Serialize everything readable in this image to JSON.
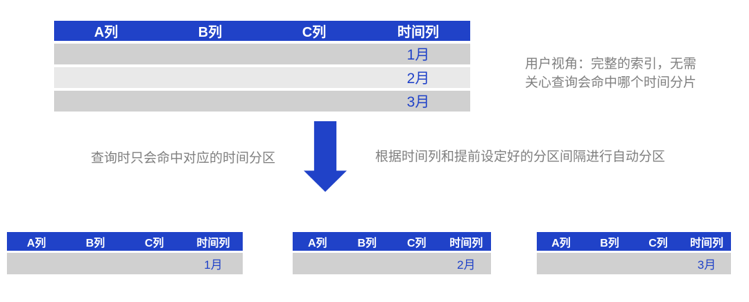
{
  "colors": {
    "header_blue": "#2042c8",
    "month_blue": "#2042c8",
    "arrow_blue": "#2042c8",
    "row_gray_dark": "#d0d0d0",
    "row_gray_light": "#e9e9e9",
    "annotation_gray": "#7f7f7f"
  },
  "main_table": {
    "headers": [
      "A列",
      "B列",
      "C列",
      "时间列"
    ],
    "rows": [
      "1月",
      "2月",
      "3月"
    ]
  },
  "annotations": {
    "user_view_line1": "用户视角：完整的索引，无需",
    "user_view_line2": "关心查询会命中哪个时间分片",
    "left_caption": "查询时只会命中对应的时间分区",
    "right_caption": "根据时间列和提前设定好的分区间隔进行自动分区"
  },
  "arrow": {
    "icon": "down-arrow-icon"
  },
  "partition_tables": [
    {
      "headers": [
        "A列",
        "B列",
        "C列",
        "时间列"
      ],
      "month": "1月"
    },
    {
      "headers": [
        "A列",
        "B列",
        "C列",
        "时间列"
      ],
      "month": "2月"
    },
    {
      "headers": [
        "A列",
        "B列",
        "C列",
        "时间列"
      ],
      "month": "3月"
    }
  ]
}
